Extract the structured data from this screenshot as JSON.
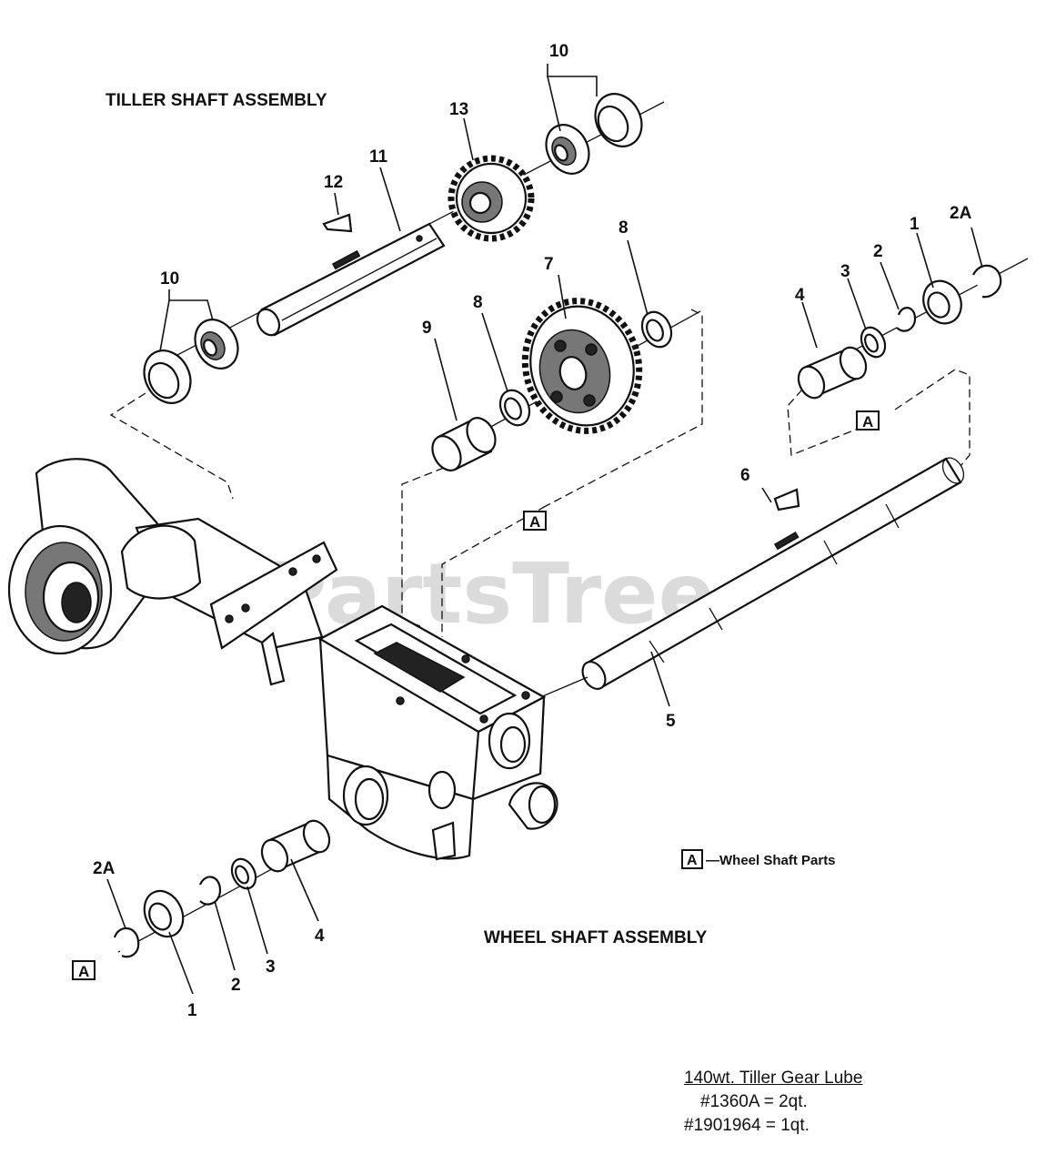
{
  "titles": {
    "tiller_shaft": "TILLER SHAFT ASSEMBLY",
    "wheel_shaft": "WHEEL SHAFT ASSEMBLY"
  },
  "watermark": "PartsTree",
  "legend": {
    "box_letter": "A",
    "text": "—Wheel Shaft Parts"
  },
  "callouts": {
    "tiller_10_top": "10",
    "tiller_13": "13",
    "tiller_11": "11",
    "tiller_12": "12",
    "tiller_10_left": "10",
    "gear_7": "7",
    "gear_8_right": "8",
    "gear_8_left": "8",
    "gear_9": "9",
    "right_4": "4",
    "right_3": "3",
    "right_2": "2",
    "right_1": "1",
    "right_2A": "2A",
    "box_A_right": "A",
    "box_A_center": "A",
    "key_6": "6",
    "shaft_5": "5",
    "left_2A": "2A",
    "box_A_left": "A",
    "left_1": "1",
    "left_2": "2",
    "left_3": "3",
    "left_4": "4"
  },
  "lube_note": {
    "heading": "140wt. Tiller Gear Lube",
    "line1": "#1360A = 2qt.",
    "line2": "#1901964 = 1qt."
  }
}
